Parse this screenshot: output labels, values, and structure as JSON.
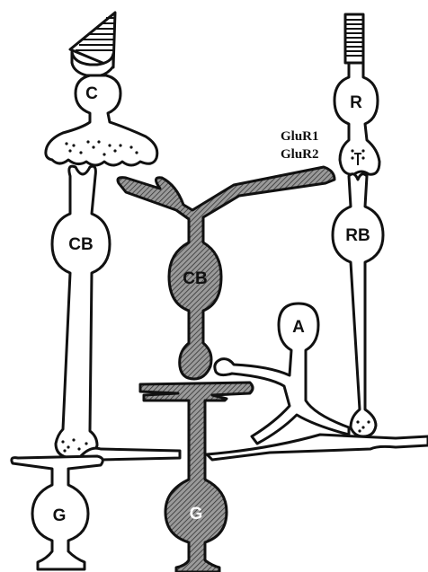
{
  "cells": {
    "cone": "C",
    "rod": "R",
    "cone_bipolar_left": "CB",
    "cone_bipolar_center": "CB",
    "rod_bipolar": "RB",
    "amacrine": "A",
    "ganglion_left": "G",
    "ganglion_center": "G"
  },
  "receptors": {
    "line1": "GluR1",
    "line2": "GluR2"
  },
  "colors": {
    "ink": "#111111",
    "highlighted_cell_fill": "#6e6e6e",
    "background": "#ffffff"
  }
}
